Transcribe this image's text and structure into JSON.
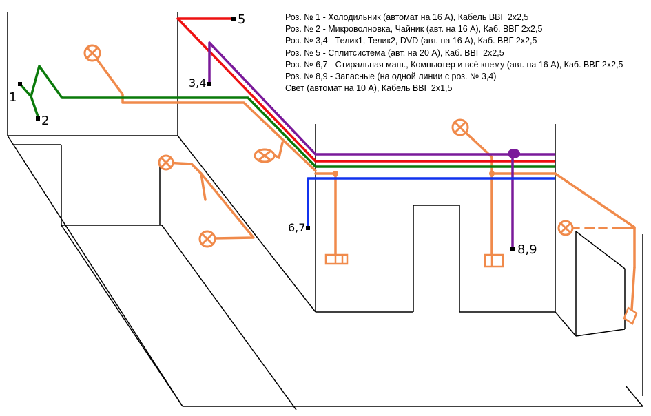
{
  "legend": [
    "Роз. № 1 - Холодильник (автомат на 16 А), Кабель ВВГ 2х2,5",
    "Роз. № 2 - Микроволновка, Чайник (авт. на 16 А), Каб. ВВГ 2х2,5",
    "Роз. № 3,4 - Телик1, Телик2, DVD (авт. на 16 А), Каб. ВВГ 2х2,5",
    "Роз. № 5 - Сплитсистема (авт. на 20 А), Каб. ВВГ 2х2,5",
    "Роз. № 6,7 - Стиральная маш., Компьютер и всё кнему (авт. на 16 А), Каб. ВВГ 2х2,5",
    "Роз. № 8,9 - Запасные (на одной линии с роз. № 3,4)",
    "Свет (автомат на 10 А), Кабель ВВГ 2х1,5"
  ],
  "labels": {
    "r1": "1",
    "r2": "2",
    "r34": "3,4",
    "r5": "5",
    "r67": "6,7",
    "r89": "8,9"
  },
  "colors": {
    "walls": "#000000",
    "green_line": "#0a7a0a",
    "red_line": "#ee1111",
    "purple_line": "#7a1a9a",
    "blue_line": "#1133ee",
    "orange_light": "#f08a4b"
  }
}
